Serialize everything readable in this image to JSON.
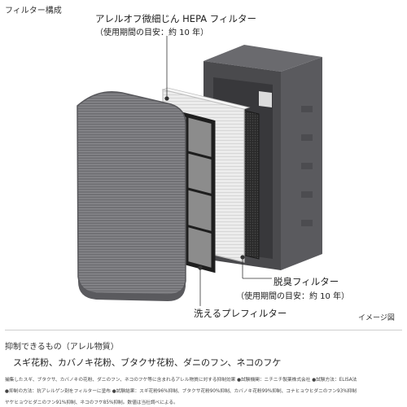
{
  "section_title": "フィルター構成",
  "filters": {
    "hepa": {
      "name": "アレルオフ微細じん HEPA フィルター",
      "life": "（使用期間の目安：約 10 年）"
    },
    "deodorizing": {
      "name": "脱臭フィルター",
      "life": "（使用期間の目安：約 10 年）"
    },
    "prefilter": {
      "name": "洗えるプレフィルター"
    }
  },
  "image_note": "イメージ図",
  "suppression": {
    "title": "抑制できるもの（アレル物質）",
    "list": "スギ花粉、カバノキ花粉、ブタクサ花粉、ダニのフン、ネコのフケ"
  },
  "fine_print": {
    "line1": "捕集したスギ、ブタクサ、カバノキの花粉、ダニのフン、ネコのフケ等に含まれるアレル物質に対する抑制効果 ●試験機関：ニチニチ製薬株式会社 ●試験方法：ELISA法",
    "line2": "●抑制の方法：抗アレルゲン剤をフィルターに塗布 ●試験結果：スギ花粉96%抑制、ブタクサ花粉90%抑制、カバノキ花粉99%抑制、コナヒョウヒダニのフン93%抑制",
    "line3": "ヤケヒョウヒダニのフン91%抑制、ネコのフケ85%抑制。数値は当社調べによる。"
  },
  "colors": {
    "unit_body": "#4a4a4d",
    "unit_side": "#5a5a5e",
    "panel": "#6e6e72",
    "panel_ridge": "#8a8a8e",
    "hepa": "#e9e9e9",
    "deodorizer": "#2b2b2b",
    "prefilter_frame": "#1e1e1e",
    "prefilter_mesh": "#8c8c8c",
    "leader_line": "#333333"
  }
}
